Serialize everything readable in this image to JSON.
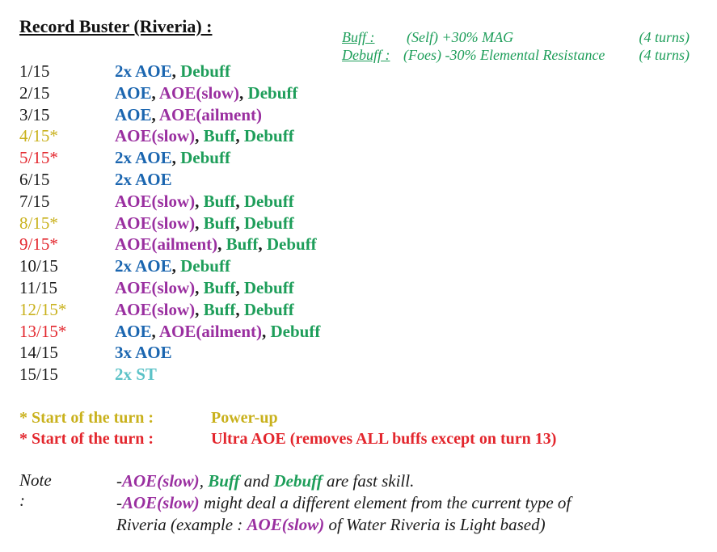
{
  "title": "Record Buster (Riveria) :",
  "legend": {
    "buff_key": "Buff :",
    "buff_desc": "(Self) +30% MAG",
    "buff_turns": "(4 turns)",
    "debuff_key": "Debuff :",
    "debuff_desc": "(Foes) -30% Elemental Resistance",
    "debuff_turns": "(4 turns)"
  },
  "colors": {
    "black": "#1a1a1a",
    "yellow": "#c9b11c",
    "red": "#e3262d",
    "blue": "#1b66b0",
    "purple": "#9a2fa0",
    "green": "#1e9e5a",
    "cyan": "#5bc2c7"
  },
  "turns": [
    {
      "turn": "1/15",
      "color": "black",
      "parts": [
        {
          "t": "2x AOE",
          "c": "blue"
        },
        {
          "t": ", ",
          "c": "dark"
        },
        {
          "t": "Debuff",
          "c": "green"
        }
      ]
    },
    {
      "turn": "2/15",
      "color": "black",
      "parts": [
        {
          "t": "AOE",
          "c": "blue"
        },
        {
          "t": ", ",
          "c": "dark"
        },
        {
          "t": "AOE(slow)",
          "c": "purple"
        },
        {
          "t": ", ",
          "c": "dark"
        },
        {
          "t": "Debuff",
          "c": "green"
        }
      ]
    },
    {
      "turn": "3/15",
      "color": "black",
      "parts": [
        {
          "t": "AOE",
          "c": "blue"
        },
        {
          "t": ", ",
          "c": "dark"
        },
        {
          "t": "AOE(ailment)",
          "c": "purple"
        }
      ]
    },
    {
      "turn": "4/15*",
      "color": "yellow",
      "parts": [
        {
          "t": "AOE(slow)",
          "c": "purple"
        },
        {
          "t": ", ",
          "c": "dark"
        },
        {
          "t": "Buff",
          "c": "green"
        },
        {
          "t": ", ",
          "c": "dark"
        },
        {
          "t": "Debuff",
          "c": "green"
        }
      ]
    },
    {
      "turn": "5/15*",
      "color": "red",
      "parts": [
        {
          "t": "2x AOE",
          "c": "blue"
        },
        {
          "t": ", ",
          "c": "dark"
        },
        {
          "t": "Debuff",
          "c": "green"
        }
      ]
    },
    {
      "turn": "6/15",
      "color": "black",
      "parts": [
        {
          "t": "2x AOE",
          "c": "blue"
        }
      ]
    },
    {
      "turn": "7/15",
      "color": "black",
      "parts": [
        {
          "t": "AOE(slow)",
          "c": "purple"
        },
        {
          "t": ", ",
          "c": "dark"
        },
        {
          "t": "Buff",
          "c": "green"
        },
        {
          "t": ", ",
          "c": "dark"
        },
        {
          "t": "Debuff",
          "c": "green"
        }
      ]
    },
    {
      "turn": "8/15*",
      "color": "yellow",
      "parts": [
        {
          "t": "AOE(slow)",
          "c": "purple"
        },
        {
          "t": ", ",
          "c": "dark"
        },
        {
          "t": "Buff",
          "c": "green"
        },
        {
          "t": ", ",
          "c": "dark"
        },
        {
          "t": "Debuff",
          "c": "green"
        }
      ]
    },
    {
      "turn": "9/15*",
      "color": "red",
      "parts": [
        {
          "t": "AOE(ailment)",
          "c": "purple"
        },
        {
          "t": ", ",
          "c": "dark"
        },
        {
          "t": "Buff",
          "c": "green"
        },
        {
          "t": ", ",
          "c": "dark"
        },
        {
          "t": "Debuff",
          "c": "green"
        }
      ]
    },
    {
      "turn": "10/15",
      "color": "black",
      "parts": [
        {
          "t": "2x AOE",
          "c": "blue"
        },
        {
          "t": ", ",
          "c": "dark"
        },
        {
          "t": "Debuff",
          "c": "green"
        }
      ]
    },
    {
      "turn": "11/15",
      "color": "black",
      "parts": [
        {
          "t": "AOE(slow)",
          "c": "purple"
        },
        {
          "t": ", ",
          "c": "dark"
        },
        {
          "t": "Buff",
          "c": "green"
        },
        {
          "t": ", ",
          "c": "dark"
        },
        {
          "t": "Debuff",
          "c": "green"
        }
      ]
    },
    {
      "turn": "12/15*",
      "color": "yellow",
      "parts": [
        {
          "t": "AOE(slow)",
          "c": "purple"
        },
        {
          "t": ", ",
          "c": "dark"
        },
        {
          "t": "Buff",
          "c": "green"
        },
        {
          "t": ", ",
          "c": "dark"
        },
        {
          "t": "Debuff",
          "c": "green"
        }
      ]
    },
    {
      "turn": "13/15*",
      "color": "red",
      "parts": [
        {
          "t": "AOE",
          "c": "blue"
        },
        {
          "t": ", ",
          "c": "dark"
        },
        {
          "t": "AOE(ailment)",
          "c": "purple"
        },
        {
          "t": ", ",
          "c": "dark"
        },
        {
          "t": "Debuff",
          "c": "green"
        }
      ]
    },
    {
      "turn": "14/15",
      "color": "black",
      "parts": [
        {
          "t": "3x AOE",
          "c": "blue"
        }
      ]
    },
    {
      "turn": "15/15",
      "color": "black",
      "parts": [
        {
          "t": "2x ST",
          "c": "cyan"
        }
      ]
    }
  ],
  "start_rows": [
    {
      "label": "* Start of the turn :",
      "value": "Power-up",
      "color": "yellow"
    },
    {
      "label": "* Start of the turn :",
      "value": "Ultra AOE (removes ALL buffs except on turn 13)",
      "color": "red"
    }
  ],
  "note": {
    "label": "Note :",
    "lines": [
      [
        {
          "t": "-",
          "c": "dark",
          "b": false
        },
        {
          "t": "AOE(slow)",
          "c": "purple",
          "b": true
        },
        {
          "t": ", ",
          "c": "dark",
          "b": false
        },
        {
          "t": "Buff",
          "c": "green",
          "b": true
        },
        {
          "t": " and ",
          "c": "dark",
          "b": false
        },
        {
          "t": "Debuff",
          "c": "green",
          "b": true
        },
        {
          "t": " are fast skill.",
          "c": "dark",
          "b": false
        }
      ],
      [
        {
          "t": "-",
          "c": "dark",
          "b": false
        },
        {
          "t": "AOE(slow)",
          "c": "purple",
          "b": true
        },
        {
          "t": " might deal a different element from the current type of",
          "c": "dark",
          "b": false
        }
      ],
      [
        {
          "t": "Riveria (example : ",
          "c": "dark",
          "b": false
        },
        {
          "t": "AOE(slow)",
          "c": "purple",
          "b": true
        },
        {
          "t": " of Water Riveria is Light based)",
          "c": "dark",
          "b": false
        }
      ]
    ]
  }
}
